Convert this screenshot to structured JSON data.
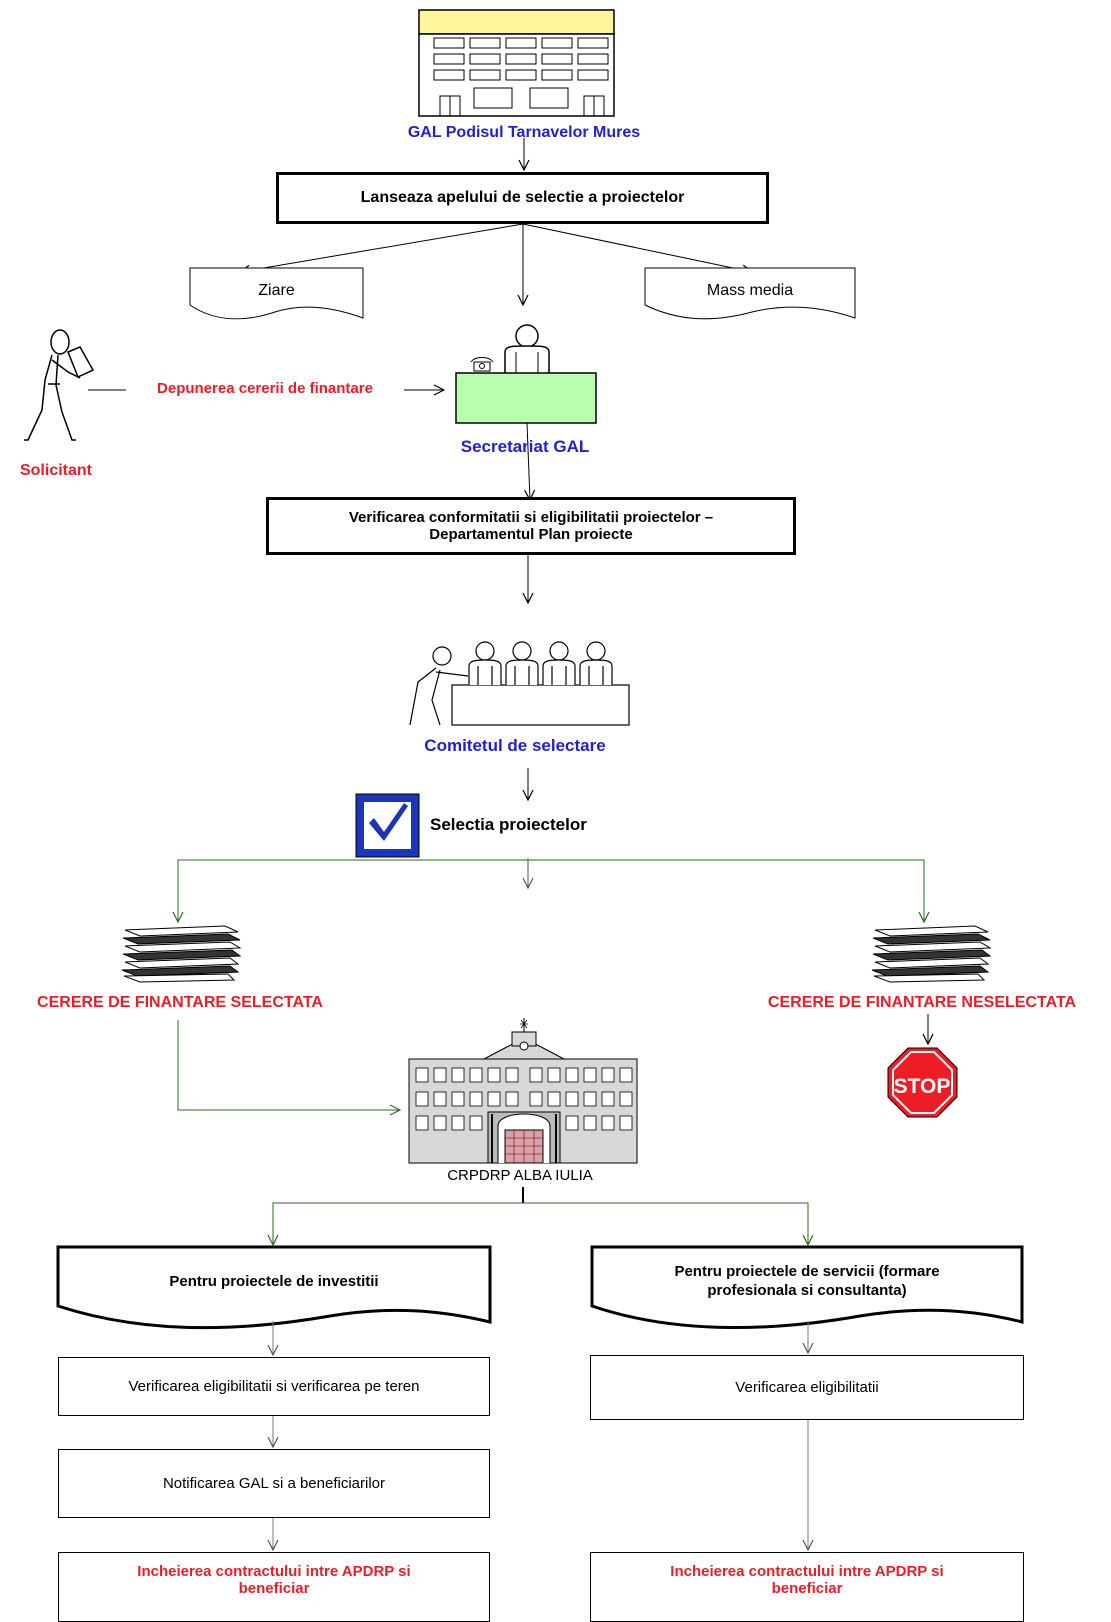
{
  "colors": {
    "blue_label": "#1f1fd6",
    "red_label": "#ee1c24",
    "green_line": "#2e6b1f",
    "desk_green": "#b8ffb0",
    "building_roof": "#fff59a",
    "checkbox_blue": "#1c34b8",
    "stop_red": "#ee1c24"
  },
  "labels": {
    "gal_name": "GAL Podisul Tarnavelor Mures",
    "launch_call": "Lanseaza apelului de selectie a proiectelor",
    "newspapers": "Ziare",
    "mass_media": "Mass media",
    "submission": "Depunerea cererii de finantare",
    "applicant": "Solicitant",
    "secretariat": "Secretariat GAL",
    "verification_line1": "Verificarea  conformitatii si eligibilitatii proiectelor –",
    "verification_line2": "Departamentul Plan proiecte",
    "committee": "Comitetul de selectare",
    "selection": "Selectia proiectelor",
    "selected": "CERERE DE FINANTARE SELECTATA",
    "not_selected": "CERERE DE  FINANTARE NESELECTATA",
    "stop_sign_text": "STOP",
    "crpdrp": "CRPDRP ALBA IULIA"
  },
  "left_branch": {
    "header": "Pentru proiectele de investitii",
    "step1": "Verificarea eligibilitatii si verificarea pe teren",
    "step2": "Notificarea GAL si a beneficiarilor",
    "final_line1": "Incheierea contractului intre APDRP si",
    "final_line2": "beneficiar"
  },
  "right_branch": {
    "header_line1": "Pentru proiectele de servicii (formare",
    "header_line2": "profesionala si consultanta)",
    "step1": "Verificarea eligibilitatii",
    "final_line1": "Incheierea contractului intre APDRP si",
    "final_line2": "beneficiar"
  }
}
